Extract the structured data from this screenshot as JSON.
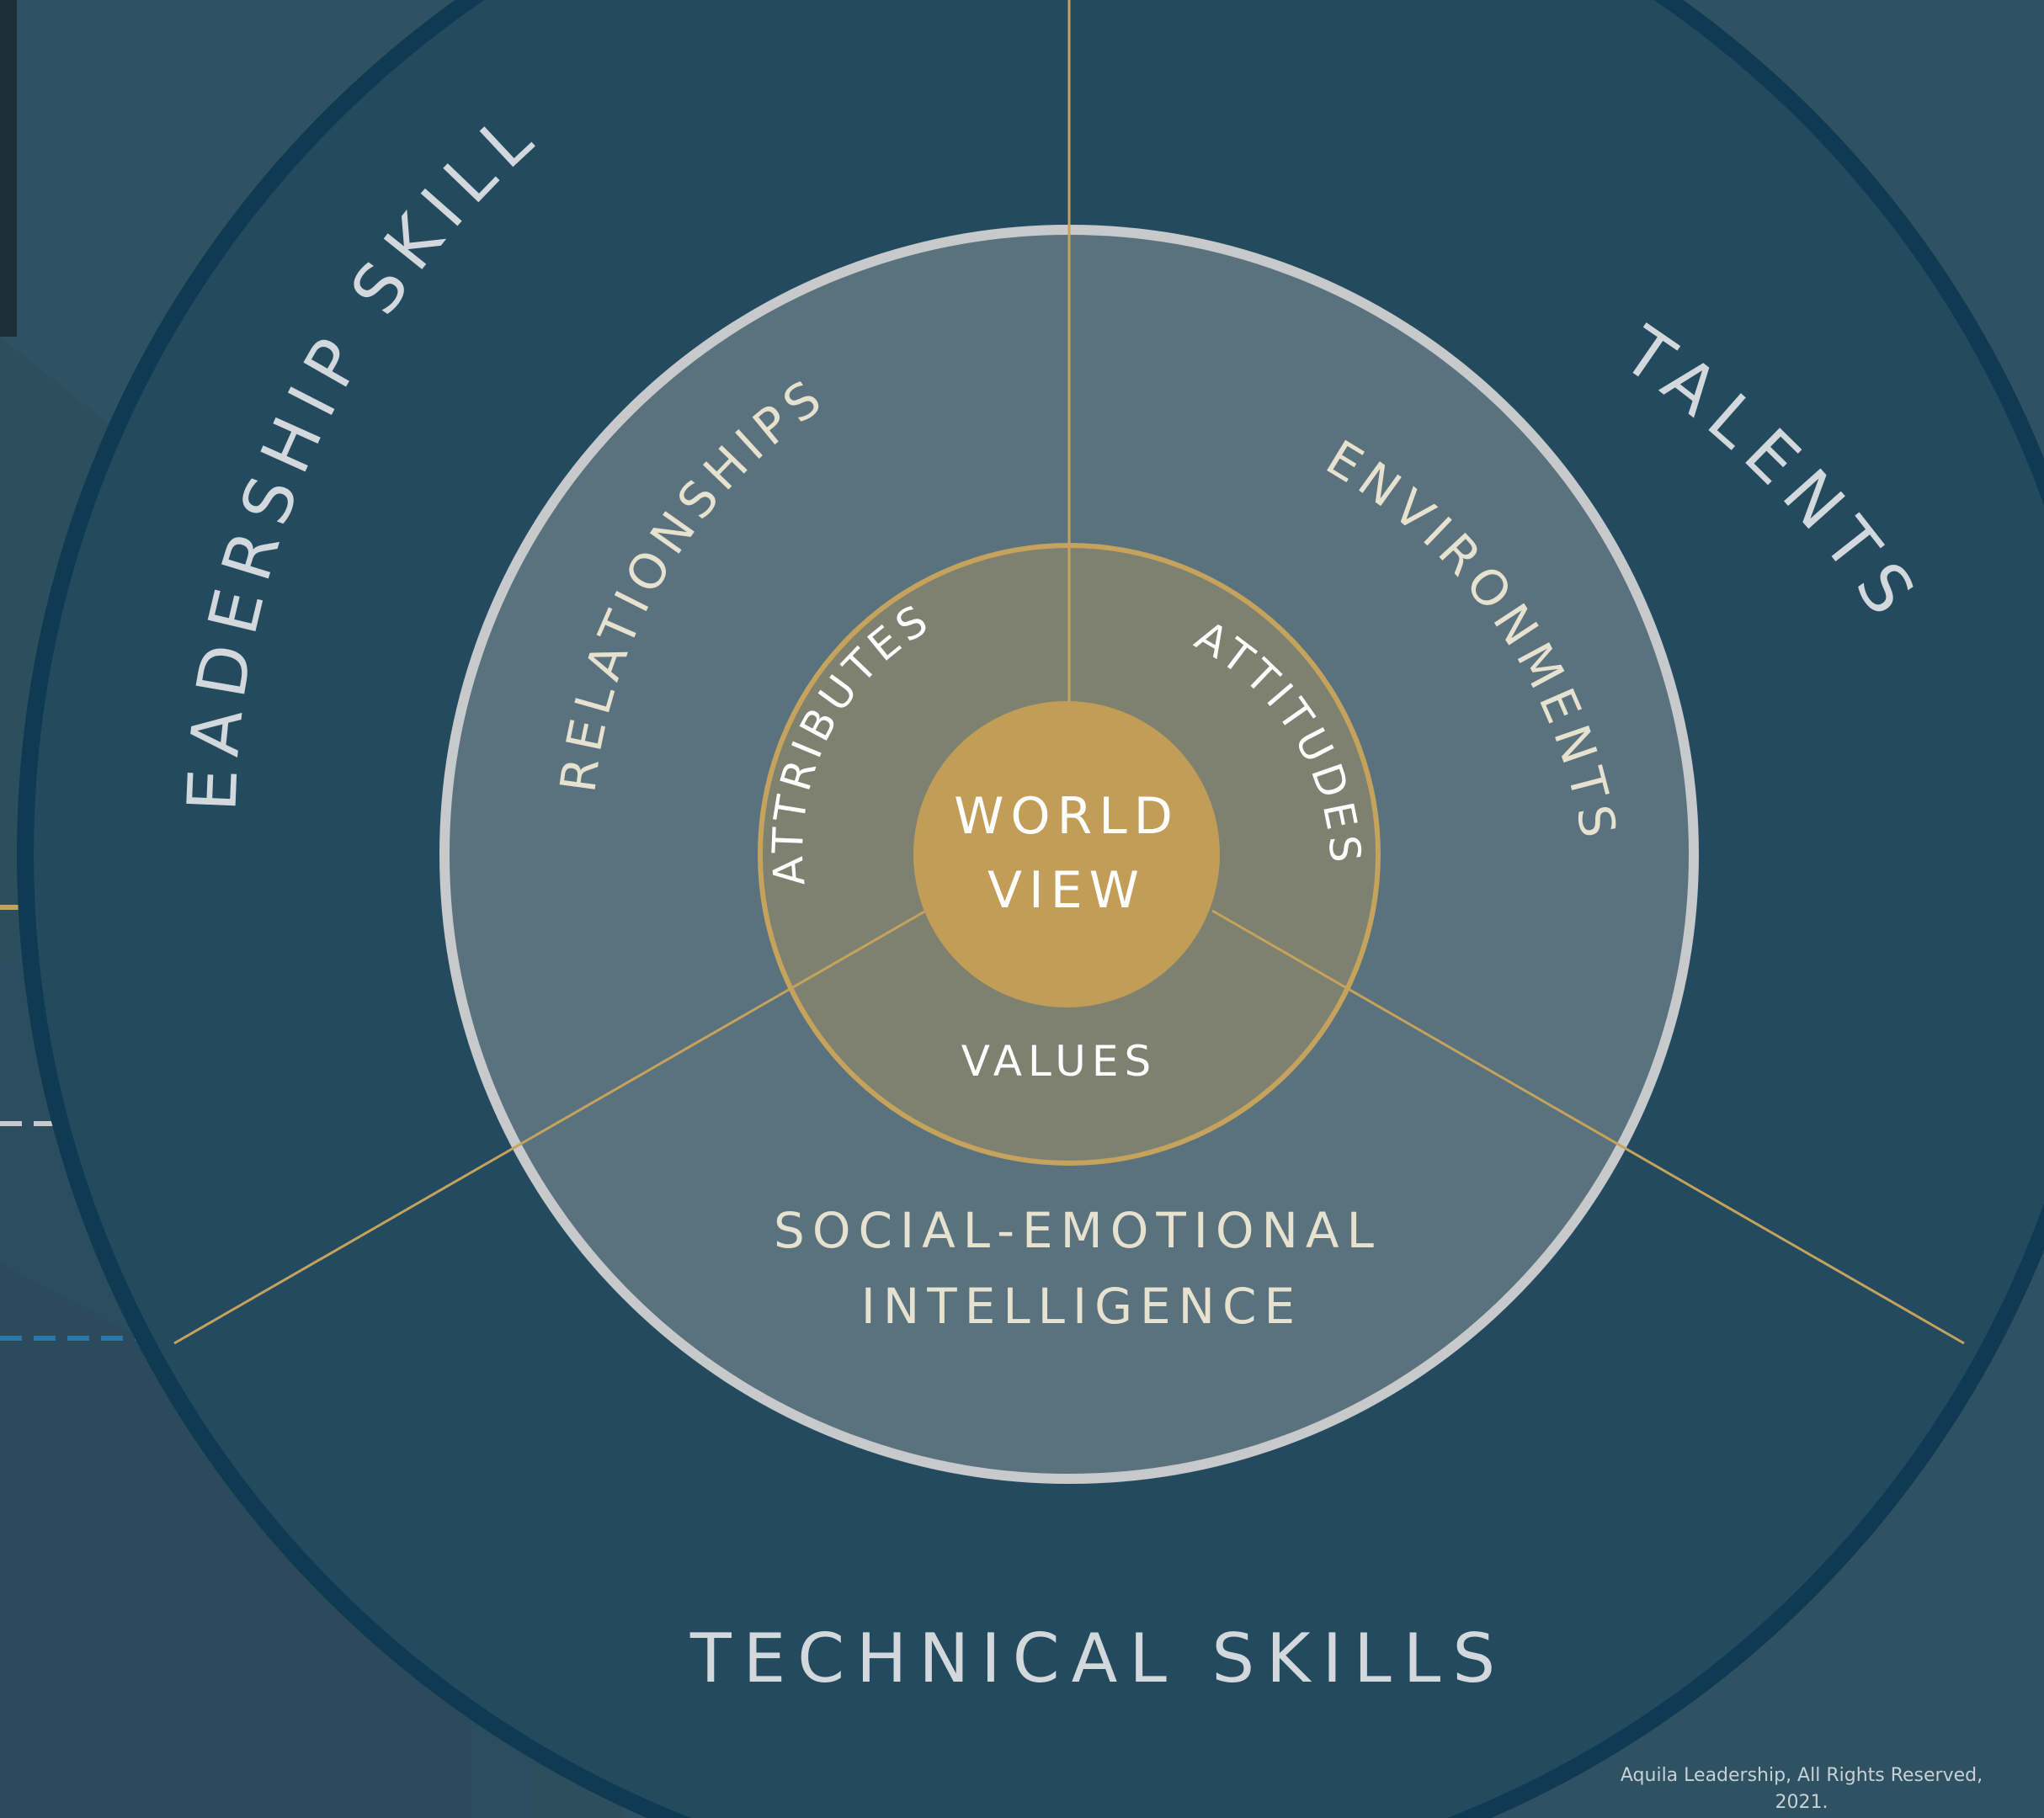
{
  "colors": {
    "background": "#2f5262",
    "building_shade": "#2a4a59",
    "outer_ring": "#234a5e",
    "outer_ring_border": "#0f3a52",
    "middle_ring": "#5a717e",
    "middle_ring_border": "#c8c9ca",
    "inner_ring": "#7e8170",
    "inner_ring_border": "#c6a35c",
    "core": "#c29d58",
    "divider_lines": "#c6a35c",
    "dash_gold": "#c6a35c",
    "dash_silver": "#c8c9ca",
    "dash_blue": "#2d77a8",
    "text_light": "#d3d8dc",
    "text_cream": "#e7e2cf",
    "text_white": "#ffffff",
    "copyright": "#c7d0d6"
  },
  "outer_ring": {
    "leadership_skills": "LEADERSHIP SKILLS",
    "talents": "TALENTS",
    "technical_skills": "TECHNICAL SKILLS"
  },
  "middle_ring": {
    "relationships": "RELATIONSHIPS",
    "environments": "ENVIRONMENTS",
    "social_emotional_line1": "SOCIAL-EMOTIONAL",
    "social_emotional_line2": "INTELLIGENCE"
  },
  "inner_ring": {
    "attributes": "ATTRIBUTES",
    "attitudes": "ATTITUDES",
    "values": "VALUES"
  },
  "core": {
    "line1": "WORLD",
    "line2": "VIEW"
  },
  "copyright": {
    "line1": "Aquila Leadership, All Rights Reserved,",
    "line2": "2021."
  }
}
